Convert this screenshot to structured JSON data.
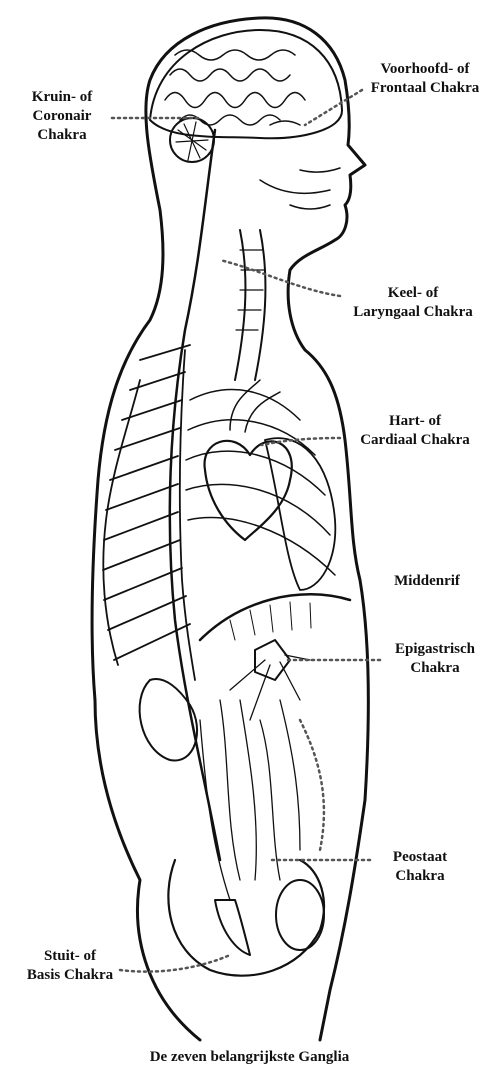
{
  "labels": {
    "crown": [
      "Kruin- of",
      "Coronair",
      "Chakra"
    ],
    "brow": [
      "Voorhoofd- of",
      "Frontaal Chakra"
    ],
    "throat": [
      "Keel- of",
      "Laryngaal Chakra"
    ],
    "heart": [
      "Hart- of",
      "Cardiaal Chakra"
    ],
    "diaphragm": "Middenrif",
    "solar": [
      "Epigastrisch",
      "Chakra"
    ],
    "prostate": [
      "Peostaat",
      "Chakra"
    ],
    "base": [
      "Stuit- of",
      "Basis Chakra"
    ]
  },
  "caption": "De zeven belangrijkste Ganglia",
  "colors": {
    "ink": "#111111",
    "background": "#ffffff"
  }
}
